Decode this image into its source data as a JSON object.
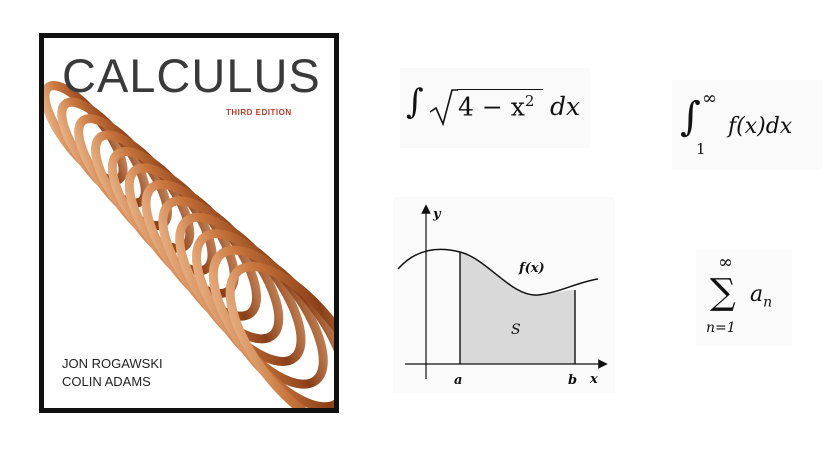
{
  "book": {
    "title": "CALCULUS",
    "edition": "THIRD EDITION",
    "authors": [
      "JON ROGAWSKI",
      "COLIN ADAMS"
    ]
  },
  "formulas": {
    "integral_sqrt": {
      "sign": "∫",
      "radicand": "4 − x",
      "exponent": "2",
      "differential": "dx"
    },
    "improper_integral": {
      "sign": "∫",
      "upper": "∞",
      "lower": "1",
      "integrand": "f(x)dx"
    },
    "series": {
      "sign": "∑",
      "upper": "∞",
      "lower": "n=1",
      "term": "a",
      "subscript": "n"
    }
  },
  "plot": {
    "y_label": "y",
    "x_label": "x",
    "curve_label": "f(x)",
    "region_label": "S",
    "a_label": "a",
    "b_label": "b"
  },
  "colors": {
    "region": "#d9d9d9",
    "copper": "#b5652f",
    "edition": "#c0392b"
  }
}
